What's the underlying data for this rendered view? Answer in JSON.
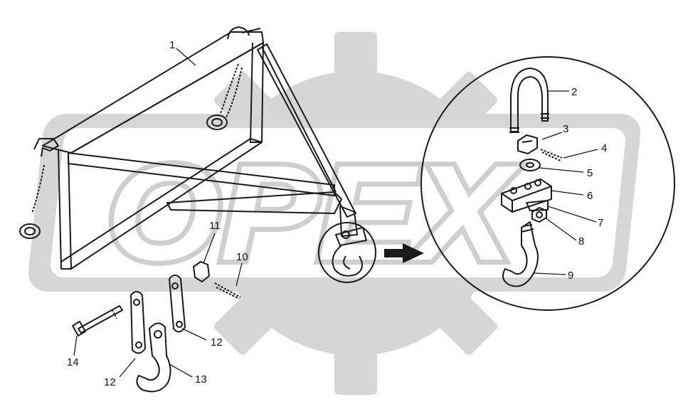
{
  "watermark": {
    "text": "OPEX",
    "gear_color": "#d6d6d6",
    "text_fill": "#ffffff",
    "text_outline": "#d0d0d0"
  },
  "callouts": [
    {
      "id": "part-1",
      "label": "1"
    },
    {
      "id": "part-2",
      "label": "2"
    },
    {
      "id": "part-3",
      "label": "3"
    },
    {
      "id": "part-4",
      "label": "4"
    },
    {
      "id": "part-5",
      "label": "5"
    },
    {
      "id": "part-6",
      "label": "6"
    },
    {
      "id": "part-7",
      "label": "7"
    },
    {
      "id": "part-8",
      "label": "8"
    },
    {
      "id": "part-9",
      "label": "9"
    },
    {
      "id": "part-10",
      "label": "10"
    },
    {
      "id": "part-11",
      "label": "11"
    },
    {
      "id": "part-12a",
      "label": "12"
    },
    {
      "id": "part-12b",
      "label": "12"
    },
    {
      "id": "part-13",
      "label": "13"
    },
    {
      "id": "part-14",
      "label": "14"
    }
  ],
  "line_color": "#1a1a1a"
}
